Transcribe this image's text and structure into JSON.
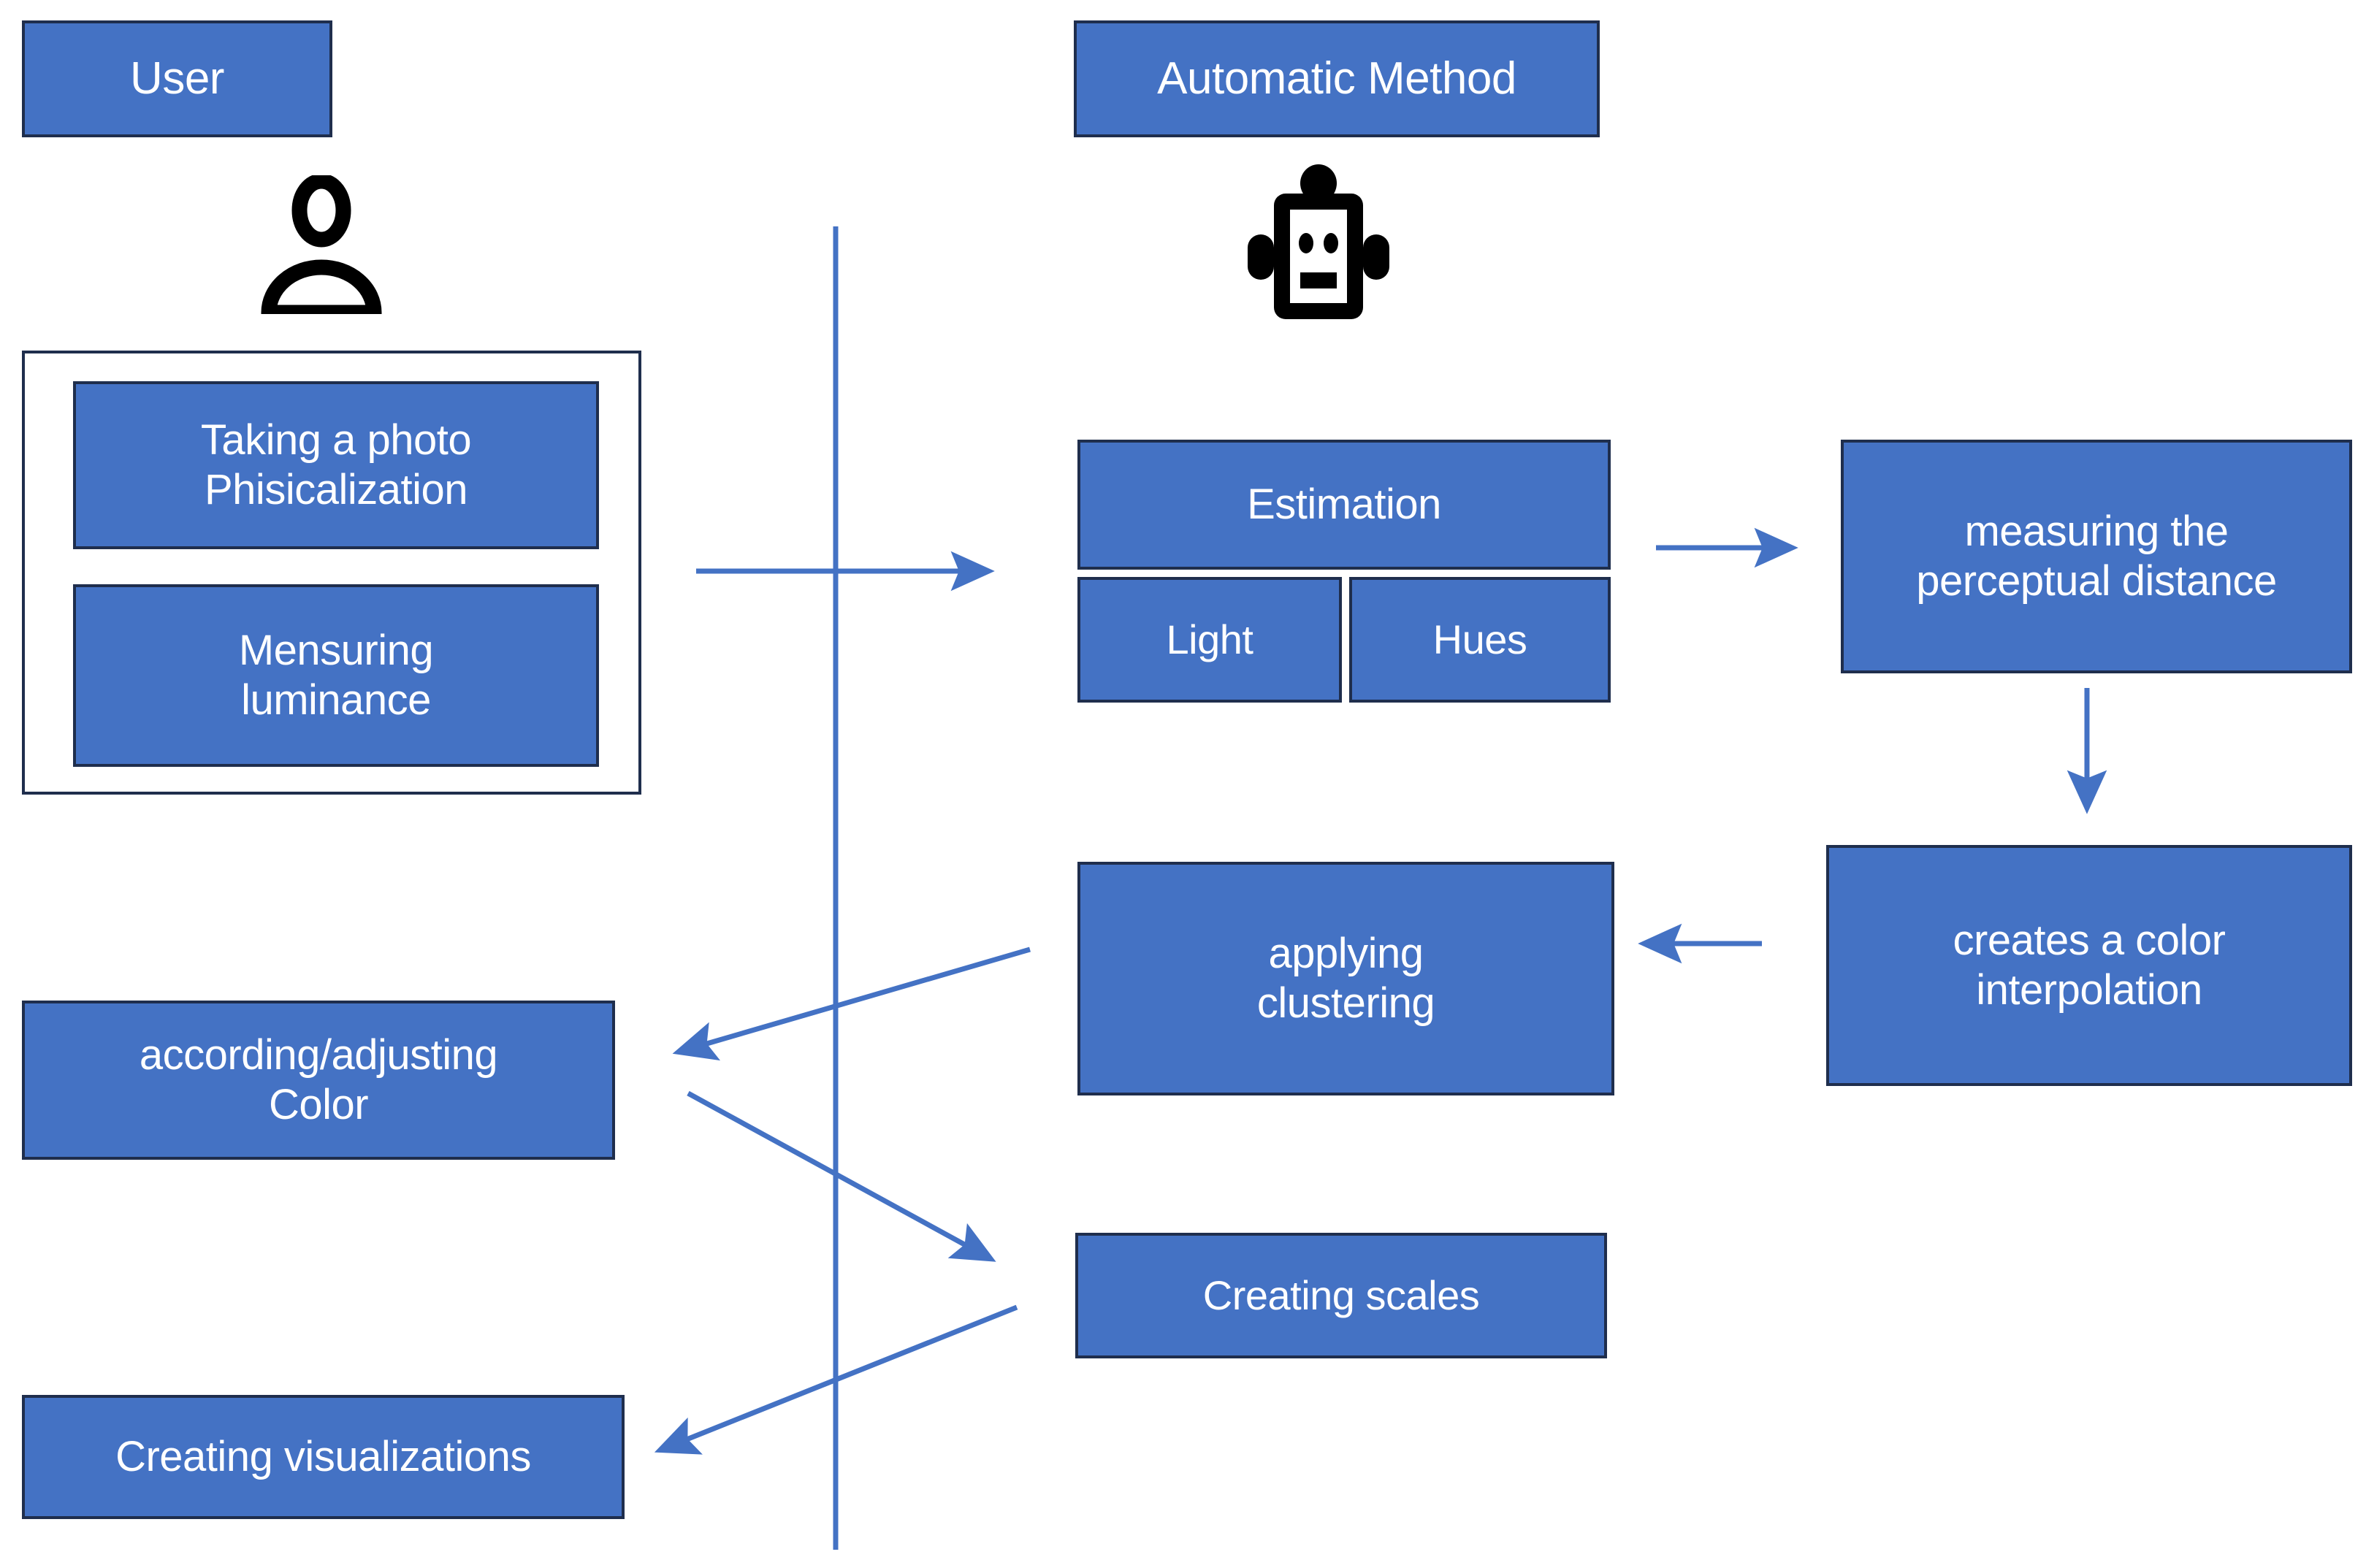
{
  "diagram": {
    "title": "User and Automatic Method color workflow",
    "colors": {
      "node_fill": "#4472C4",
      "node_border": "#1F2E4D",
      "node_text": "#FFFFFF",
      "arrow": "#4472C4",
      "divider": "#4472C4",
      "background": "#FFFFFF"
    },
    "columns": {
      "left": {
        "header": "User",
        "icon": "person-icon"
      },
      "right": {
        "header": "Automatic Method",
        "icon": "robot-icon"
      }
    },
    "nodes": {
      "user_header": "User",
      "automatic_header": "Automatic Method",
      "taking_photo": "Taking a photo\nPhisicalization",
      "mensuring_luminance": "Mensuring\nluminance",
      "estimation": "Estimation",
      "light": "Light",
      "hues": "Hues",
      "measuring_distance": "measuring the\nperceptual distance",
      "color_interpolation": "creates a color\ninterpolation",
      "applying_clustering": "applying\nclustering",
      "creating_scales": "Creating scales",
      "adjusting_color": "according/adjusting\nColor",
      "creating_visualizations": "Creating visualizations"
    },
    "connections": [
      {
        "from": "user-inputs-group",
        "to": "estimation",
        "style": "arrow-right"
      },
      {
        "from": "estimation",
        "to": "measuring_distance",
        "style": "arrow-right"
      },
      {
        "from": "measuring_distance",
        "to": "color_interpolation",
        "style": "arrow-down"
      },
      {
        "from": "color_interpolation",
        "to": "applying_clustering",
        "style": "arrow-left"
      },
      {
        "from": "applying_clustering",
        "to": "adjusting_color",
        "style": "arrow-diagonal-down-left"
      },
      {
        "from": "adjusting_color",
        "to": "creating_scales",
        "style": "arrow-diagonal-down-right"
      },
      {
        "from": "creating_scales",
        "to": "creating_visualizations",
        "style": "arrow-diagonal-down-left"
      }
    ],
    "divider": {
      "orientation": "vertical",
      "label": "swimlane-divider"
    }
  }
}
